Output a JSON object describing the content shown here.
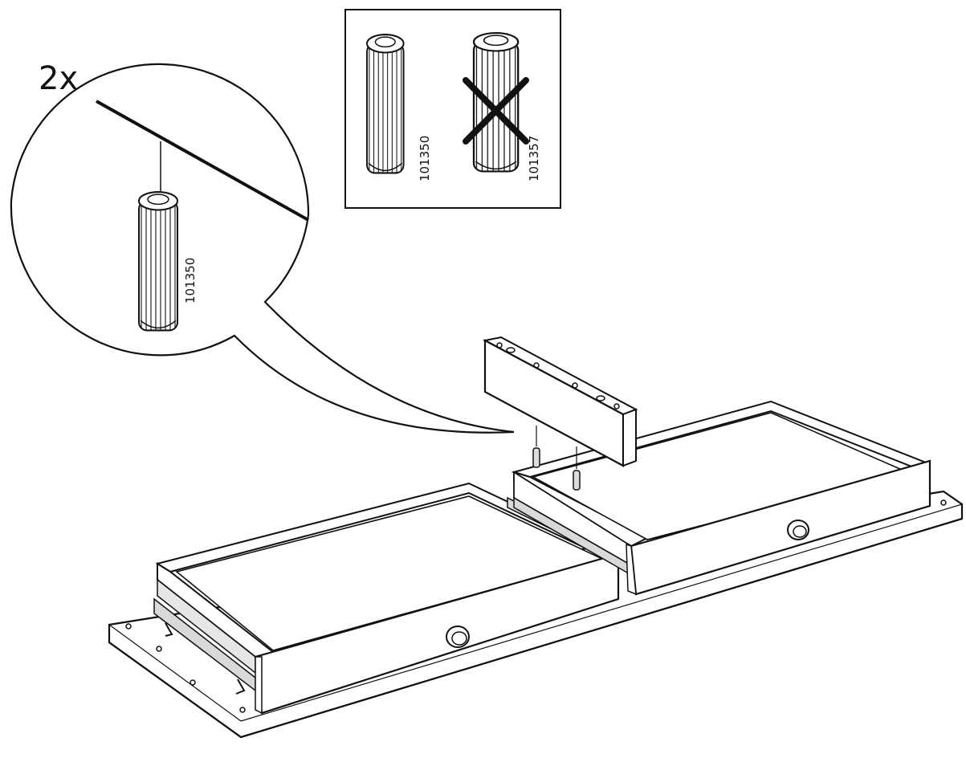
{
  "quantity_label": "2x",
  "callout": {
    "dowel_part_number": "101350"
  },
  "comparison_box": {
    "correct_part_number": "101350",
    "wrong_part_number": "101357"
  },
  "icons": {
    "correct": "dowel-101350-icon",
    "wrong": "dowel-101357-crossed-icon"
  },
  "colors": {
    "line": "#111111",
    "paper": "#ffffff",
    "shade": "#d9d9d9"
  }
}
